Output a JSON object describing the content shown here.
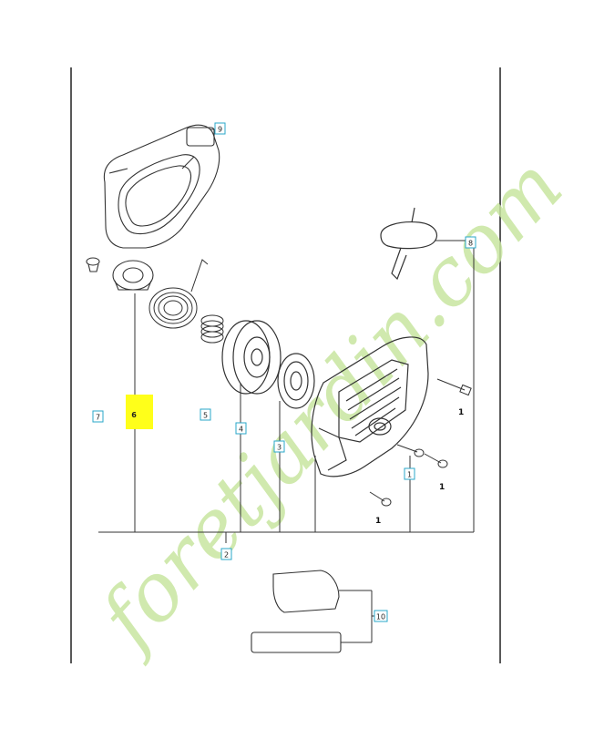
{
  "callouts": {
    "c1a": "1",
    "c1b": "1",
    "c1c": "1",
    "c1d": "1",
    "c2": "2",
    "c3": "3",
    "c4": "4",
    "c5": "5",
    "c6": "6",
    "c7": "7",
    "c8": "8",
    "c9": "9",
    "c10": "10"
  },
  "watermark": {
    "text": "foretjardin.com",
    "colors": {
      "green": "#c8e6a0",
      "orange": "#f7c89a",
      "gray": "#d0d0d0"
    }
  },
  "colors": {
    "highlight": "#ffff1a",
    "callout_border": "#2aa7c9",
    "line": "#333333"
  }
}
